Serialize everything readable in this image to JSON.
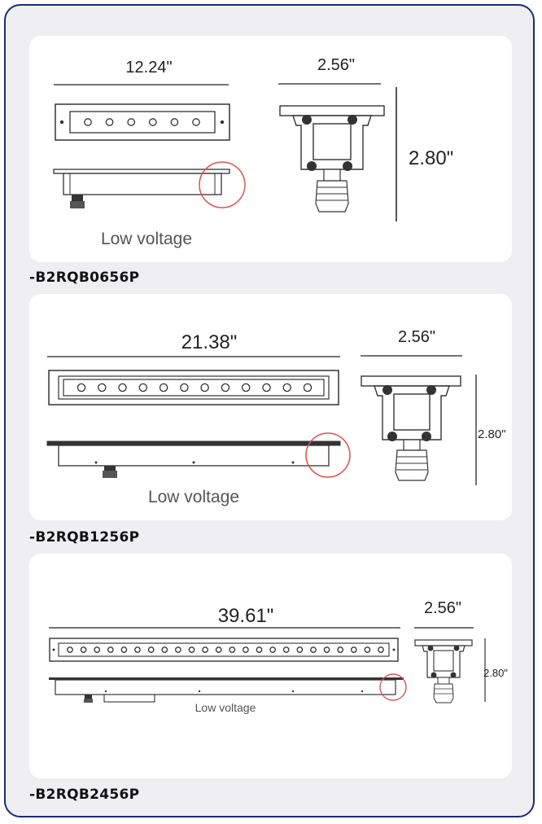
{
  "products": [
    {
      "model": "-B2RQB0656P",
      "length": "12.24\"",
      "width": "2.56\"",
      "height": "2.80\"",
      "note": "Low voltage",
      "leds": 6
    },
    {
      "model": "-B2RQB1256P",
      "length": "21.38\"",
      "width": "2.56\"",
      "height": "2.80\"",
      "note": "Low voltage",
      "leds": 12
    },
    {
      "model": "-B2RQB2456P",
      "length": "39.61\"",
      "width": "2.56\"",
      "height": "2.80\"",
      "note": "Low voltage",
      "leds": 24
    }
  ],
  "colors": {
    "frame_border": "#1e2a78",
    "background": "#efeff1",
    "line": "#222222",
    "highlight_circle": "#d9534f"
  }
}
